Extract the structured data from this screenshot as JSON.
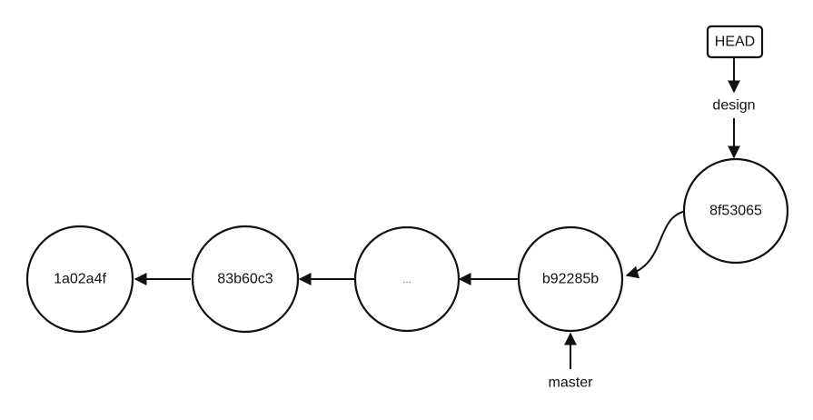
{
  "commits": [
    {
      "id": "c1",
      "label": "1a02a4f"
    },
    {
      "id": "c2",
      "label": "83b60c3"
    },
    {
      "id": "c3",
      "label": "..."
    },
    {
      "id": "c4",
      "label": "b92285b"
    },
    {
      "id": "c5",
      "label": "8f53065"
    }
  ],
  "refs": {
    "head": "HEAD",
    "design": "design",
    "master": "master"
  },
  "colors": {
    "stroke": "#111111",
    "background": "#ffffff"
  }
}
